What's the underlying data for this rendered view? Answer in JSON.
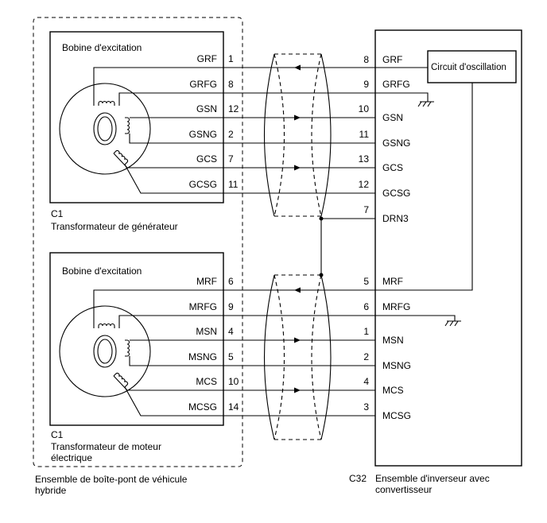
{
  "gen": {
    "excitation_label": "Bobine d'excitation",
    "connector": "C1",
    "name": "Transformateur de générateur",
    "pins": [
      {
        "signal": "GRF",
        "pin": "1"
      },
      {
        "signal": "GRFG",
        "pin": "8"
      },
      {
        "signal": "GSN",
        "pin": "12"
      },
      {
        "signal": "GSNG",
        "pin": "2"
      },
      {
        "signal": "GCS",
        "pin": "7"
      },
      {
        "signal": "GCSG",
        "pin": "11"
      }
    ]
  },
  "motor": {
    "excitation_label": "Bobine d'excitation",
    "connector": "C1",
    "name_line1": "Transformateur de moteur",
    "name_line2": "électrique",
    "pins": [
      {
        "signal": "MRF",
        "pin": "6"
      },
      {
        "signal": "MRFG",
        "pin": "9"
      },
      {
        "signal": "MSN",
        "pin": "4"
      },
      {
        "signal": "MSNG",
        "pin": "5"
      },
      {
        "signal": "MCS",
        "pin": "10"
      },
      {
        "signal": "MCSG",
        "pin": "14"
      }
    ]
  },
  "inverter": {
    "oscillation_label": "Circuit d'oscillation",
    "connector": "C32",
    "name_line1": "Ensemble d'inverseur avec",
    "name_line2": "convertisseur",
    "pins_gen": [
      {
        "pin": "8",
        "signal": "GRF"
      },
      {
        "pin": "9",
        "signal": "GRFG"
      },
      {
        "pin": "10",
        "signal": "GSN"
      },
      {
        "pin": "11",
        "signal": "GSNG"
      },
      {
        "pin": "13",
        "signal": "GCS"
      },
      {
        "pin": "12",
        "signal": "GCSG"
      },
      {
        "pin": "7",
        "signal": "DRN3"
      }
    ],
    "pins_motor": [
      {
        "pin": "5",
        "signal": "MRF"
      },
      {
        "pin": "6",
        "signal": "MRFG"
      },
      {
        "pin": "1",
        "signal": "MSN"
      },
      {
        "pin": "2",
        "signal": "MSNG"
      },
      {
        "pin": "4",
        "signal": "MCS"
      },
      {
        "pin": "3",
        "signal": "MCSG"
      }
    ]
  },
  "assembly": {
    "line1": "Ensemble de boîte-pont de véhicule",
    "line2": "hybride"
  }
}
